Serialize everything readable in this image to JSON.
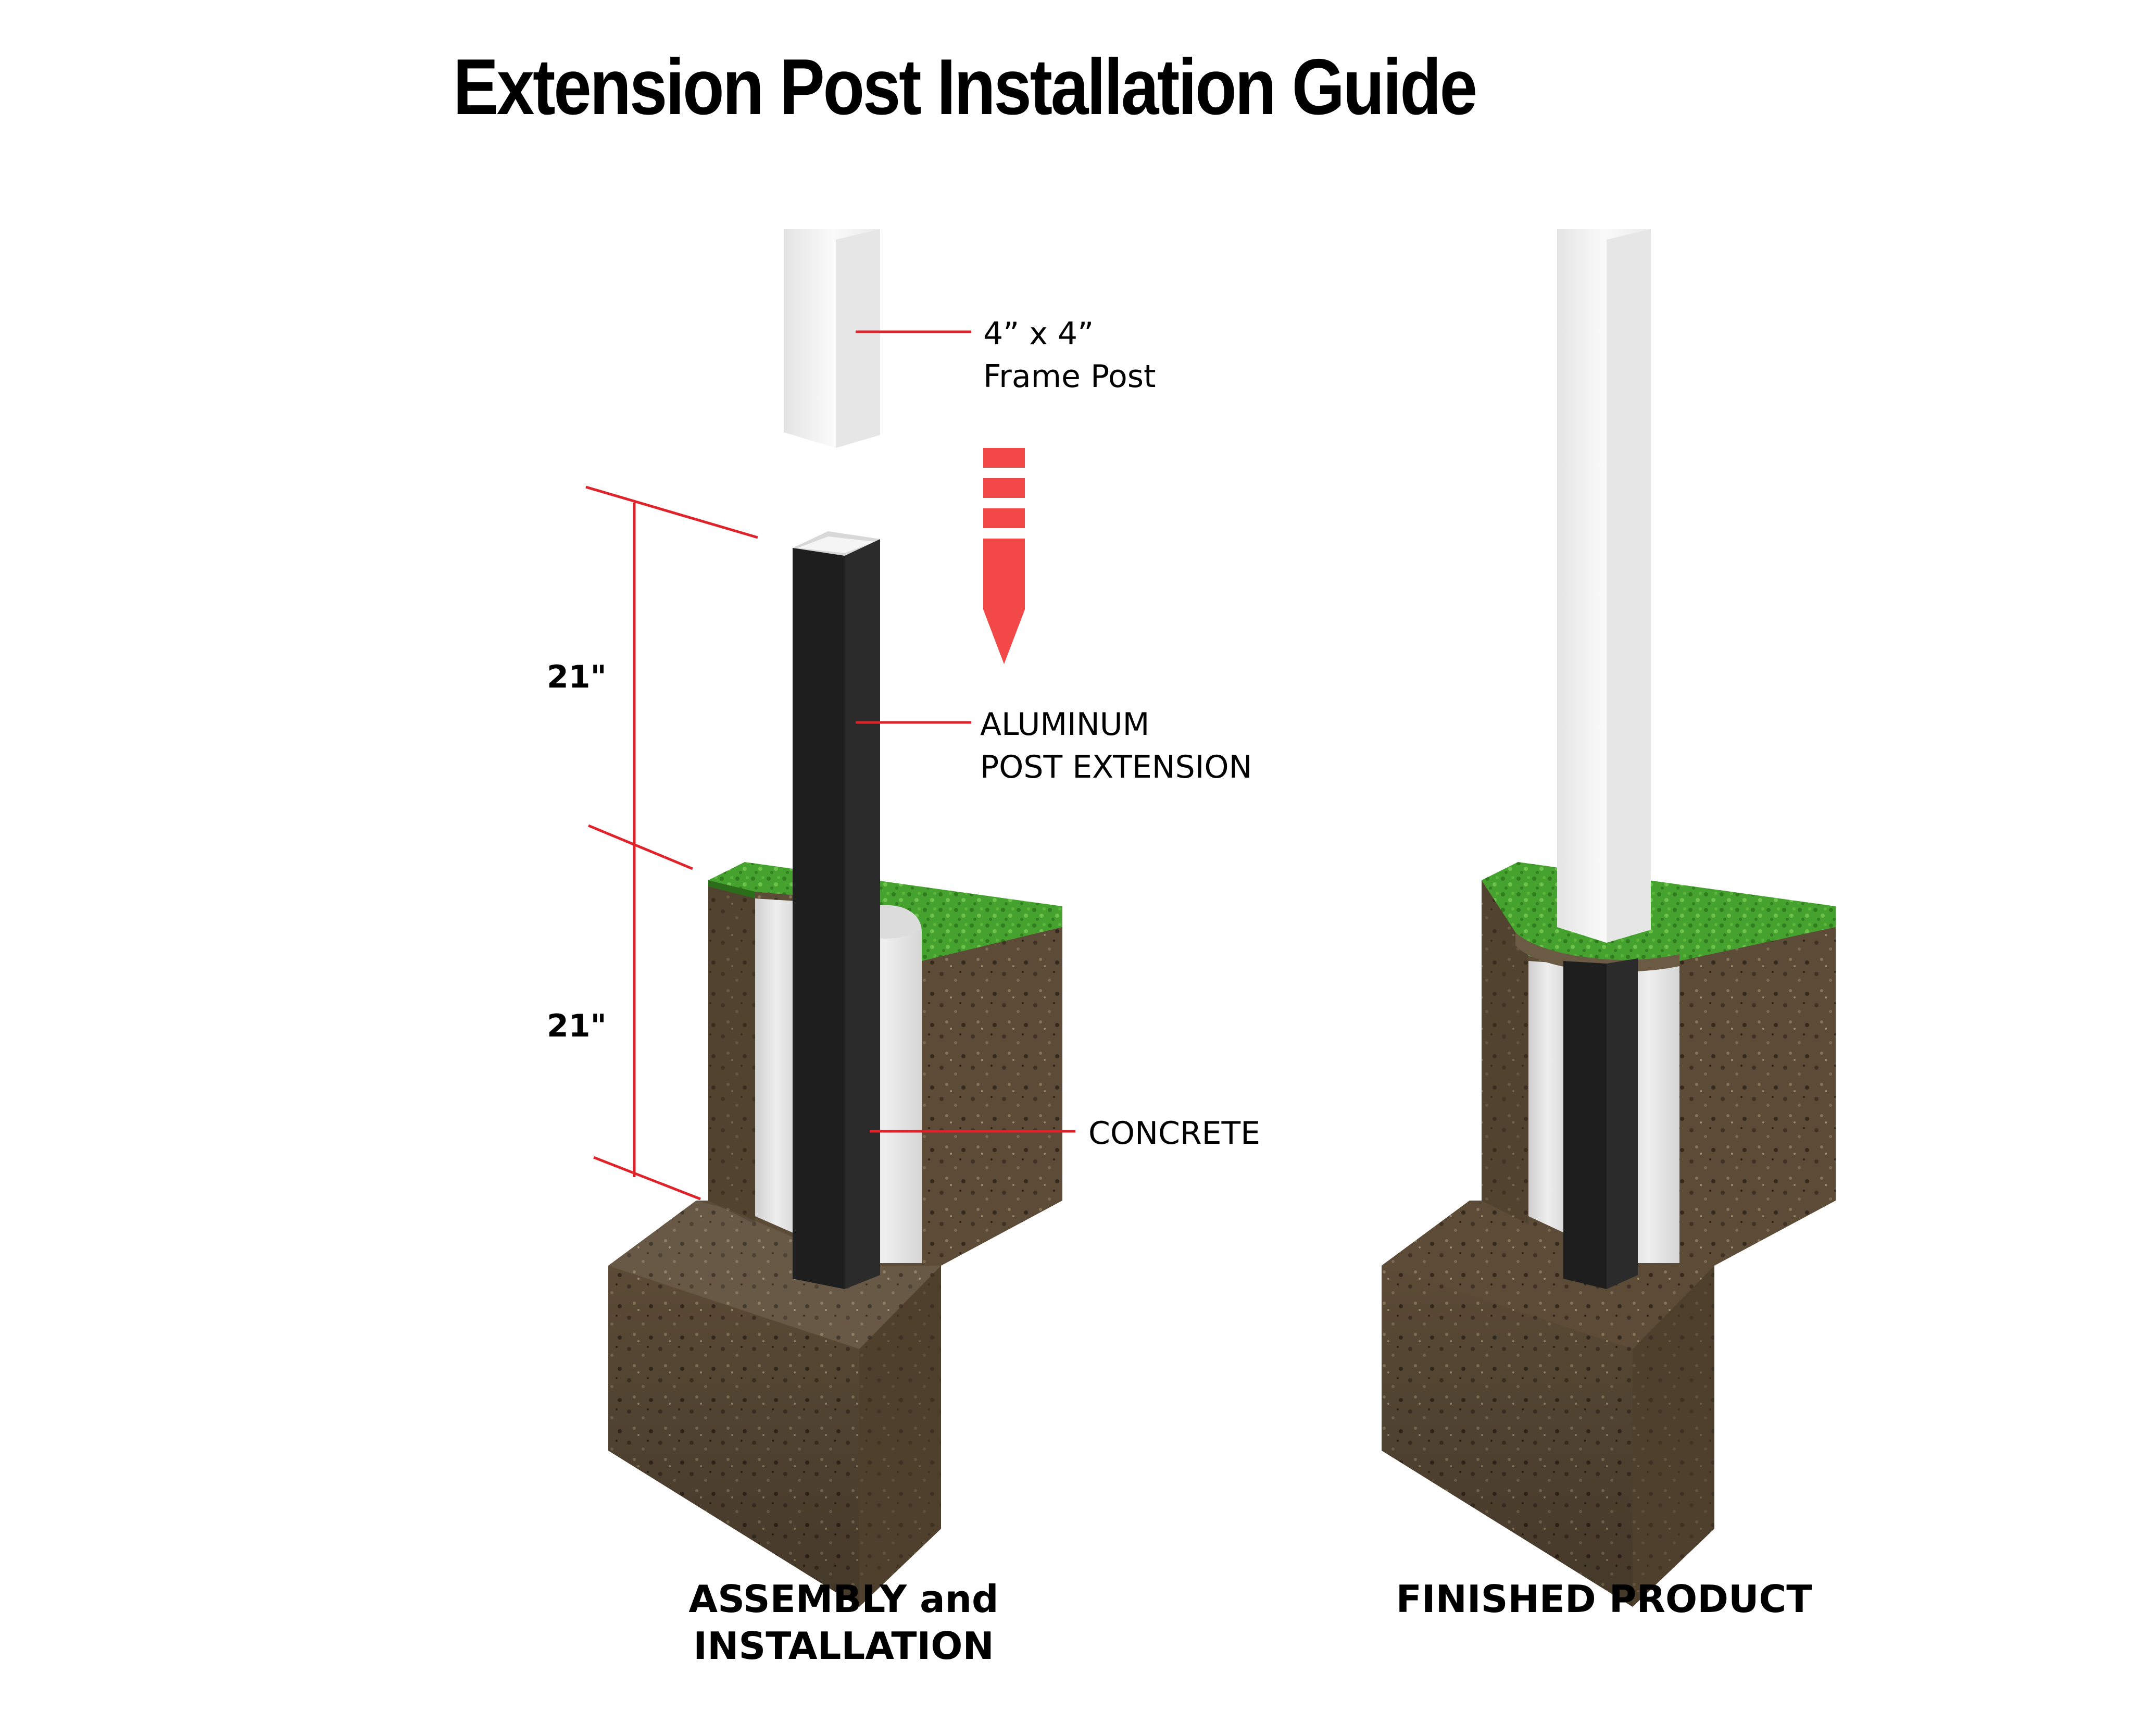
{
  "title": "Extension Post Installation Guide",
  "callouts": {
    "frame_post": [
      "4” x 4”",
      "Frame Post"
    ],
    "aluminum": [
      "ALUMINUM",
      "POST EXTENSION"
    ],
    "concrete": "CONCRETE"
  },
  "dimensions": {
    "upper": "21\"",
    "lower": "21\""
  },
  "captions": {
    "assembly": [
      "ASSEMBLY and",
      "INSTALLATION"
    ],
    "finished": "FINISHED PRODUCT"
  },
  "colors": {
    "leader_red": "#e0232a",
    "arrow_red": "#f24848",
    "grass": "#3f9b2a",
    "soil": "#5a4a36",
    "concrete": "#e4e4e4",
    "aluminum_post": "#1d1d1d",
    "frame_post": "#f2f2f2"
  }
}
